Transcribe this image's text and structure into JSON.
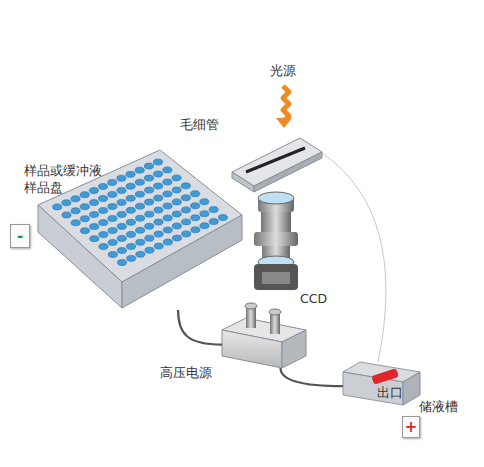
{
  "diagram": {
    "nodes": [
      {
        "text": [
          "毛细管"
        ]
      },
      {
        "text": [
          "样品或缓冲液 样品盘"
        ]
      },
      {
        "text": [
          "-"
        ]
      },
      {
        "text": [
          "高压电源"
        ]
      },
      {
        "text": [
          "出口",
          "储液槽"
        ]
      },
      {
        "text": [
          "+"
        ]
      }
    ],
    "edges": [
      {
        "from": 1,
        "to": 3,
        "arrow": "none"
      },
      {
        "from": 3,
        "to": 4,
        "arrow": "none"
      },
      {
        "from": 0,
        "to": 4,
        "arrow": "none"
      }
    ],
    "labels": [
      "光源",
      "CCD"
    ]
  }
}
